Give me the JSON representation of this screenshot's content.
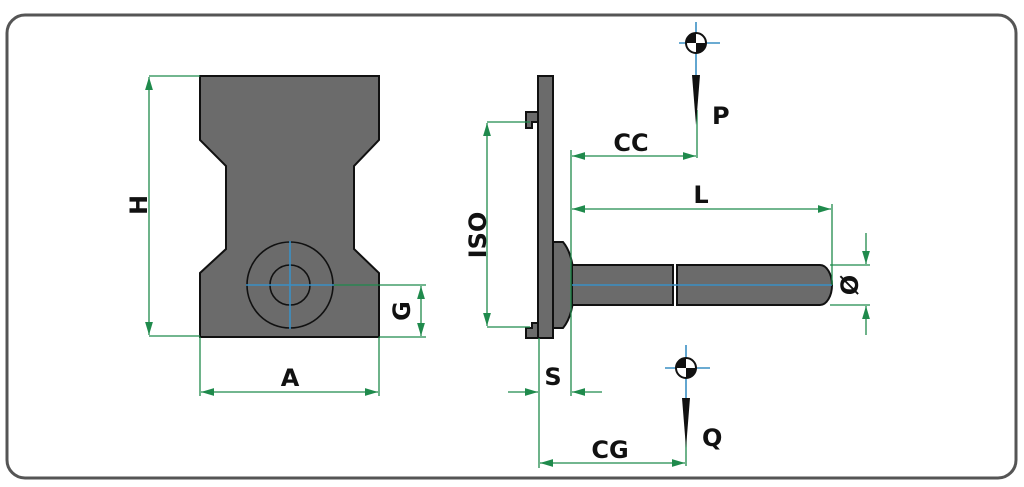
{
  "labels": {
    "height": "H",
    "width": "A",
    "hole_offset": "G",
    "iso": "ISO",
    "cc": "CC",
    "length": "L",
    "diameter": "Ø",
    "thickness": "S",
    "cg": "CG",
    "load_p": "P",
    "load_q": "Q"
  },
  "colors": {
    "dimension_lines": "#1f8a4c",
    "center_lines": "#3a8fc4",
    "part_fill": "#6b6b6b",
    "frame": "#555555"
  }
}
